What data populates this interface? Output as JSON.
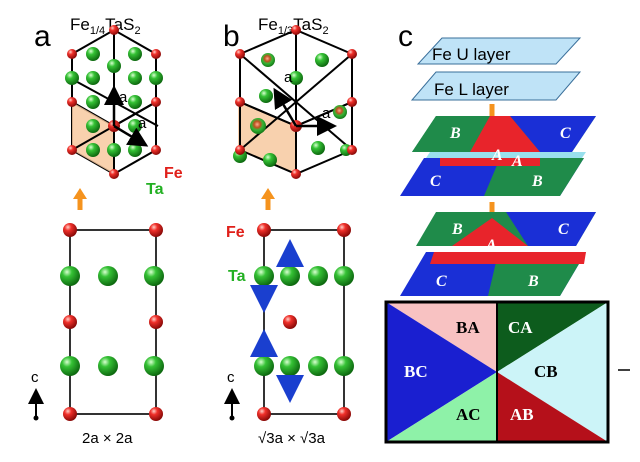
{
  "panels": {
    "a": {
      "letter": "a",
      "formula_base": "Fe",
      "formula_sub": "1/4",
      "formula_rest": "TaS",
      "formula_sub2": "2",
      "vector_a1": "a",
      "vector_a2": "a",
      "fe_label": "Fe",
      "ta_label": "Ta",
      "axis_label": "c",
      "cell_label": "2a × 2a"
    },
    "b": {
      "letter": "b",
      "formula_base": "Fe",
      "formula_sub": "1/3",
      "formula_rest": "TaS",
      "formula_sub2": "2",
      "vector_a1": "a",
      "vector_a2": "a",
      "fe_label": "Fe",
      "ta_label": "Ta",
      "axis_label": "c",
      "cell_label_a": "√3a × √3a"
    },
    "c": {
      "letter": "c",
      "upper_layer": "Fe U layer",
      "lower_layer": "Fe L layer",
      "domains_top": [
        "B",
        "C",
        "A",
        "A",
        "C",
        "B"
      ],
      "domains_bottom": [
        "B",
        "C",
        "A",
        "C",
        "B"
      ],
      "box_labels": [
        "BA",
        "CA",
        "BC",
        "CB",
        "AC",
        "AB"
      ]
    }
  },
  "colors": {
    "fe": "#e0201a",
    "ta": "#22b022",
    "highlight": "#f7c9a0",
    "arrow": "#f5931e",
    "dipole": "#1a3fcf",
    "layer": "#bfe3f7",
    "domainA": "#e8242b",
    "domainB": "#1f8b4a",
    "domainC": "#1a2fd6"
  }
}
